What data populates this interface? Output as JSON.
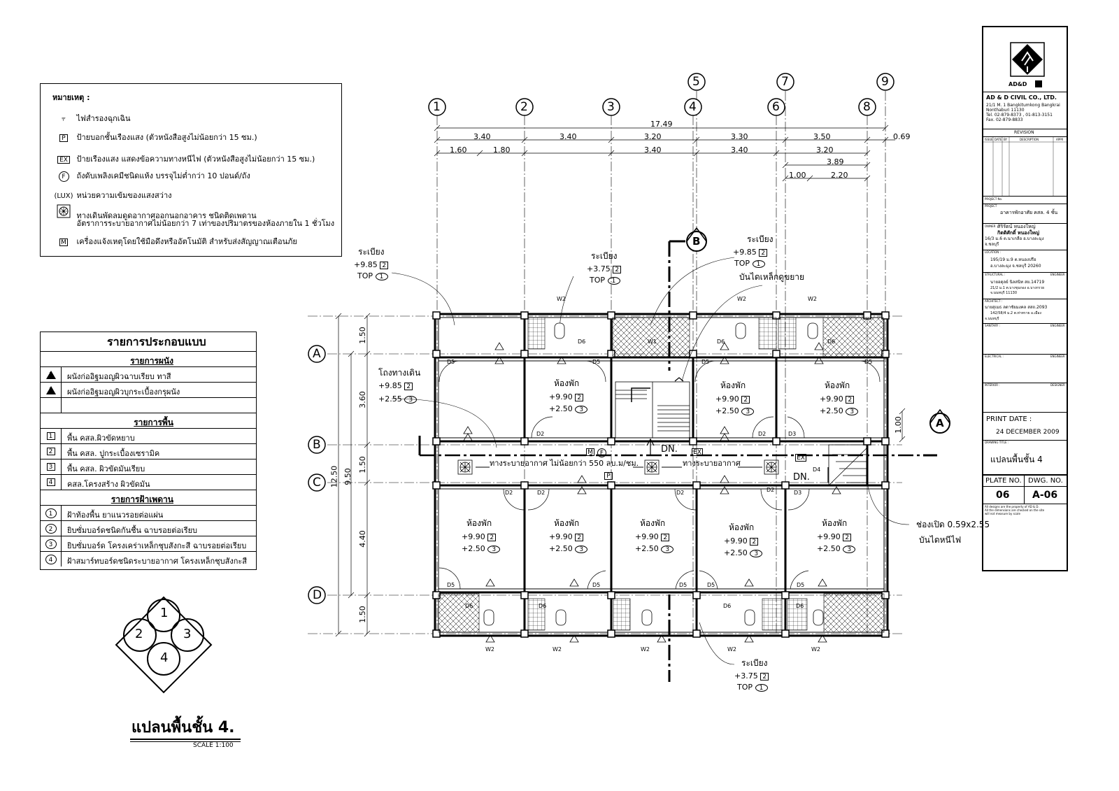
{
  "notes": {
    "title": "หมายเหตุ :",
    "items": [
      {
        "symbol": "",
        "icon": "emergency-light-icon",
        "text": "ไฟสำรองฉุกเฉิน"
      },
      {
        "symbol": "P",
        "icon": "floor-sign-icon",
        "text": "ป้ายบอกชั้นเรืองแสง (ตัวหนังสือสูงไม่น้อยกว่า 15 ซม.)"
      },
      {
        "symbol": "EX",
        "icon": "exit-sign-icon",
        "text": "ป้ายเรืองแสง แสดงข้อความทางหนีไฟ (ตัวหนังสือสูงไม่น้อยกว่า 15 ซม.)"
      },
      {
        "symbol": "F",
        "icon": "fire-extinguisher-icon",
        "text": "ถังดับเพลิงเคมีชนิดแห้ง บรรจุไม่ต่ำกว่า 10 ปอนด์/ถัง"
      },
      {
        "symbol": "(LUX)",
        "icon": "lux-icon",
        "text": "หน่วยความเข้มของแสงสว่าง"
      },
      {
        "symbol": "",
        "icon": "ventilation-fan-icon",
        "text": "ทางเดินพัดลมดูดอากาศออกนอกอาคาร ชนิดติดเพดาน"
      },
      {
        "symbol": "",
        "icon": "",
        "text": "อัตราการระบายอากาศไม่น้อยกว่า 7 เท่าของปริมาตรของห้องภายใน 1 ชั่วโมง"
      },
      {
        "symbol": "M",
        "icon": "manual-alarm-icon",
        "text": "เครื่องแจ้งเหตุโดยใช้มือดึงหรืออัตโนมัติ สำหรับส่งสัญญาณเตือนภัย"
      }
    ]
  },
  "schedule": {
    "title": "รายการประกอบแบบ",
    "walls_head": "รายการผนัง",
    "walls": [
      {
        "key": "1",
        "text": "ผนังก่ออิฐมอญผิวฉาบเรียบ ทาสี"
      },
      {
        "key": "2",
        "text": "ผนังก่ออิฐมอญผิวบุกระเบื้องกรุผนัง"
      }
    ],
    "floors_head": "รายการพื้น",
    "floors": [
      {
        "key": "1",
        "text": "พื้น คสล.ผิวขัดหยาบ"
      },
      {
        "key": "2",
        "text": "พื้น คสล. ปูกระเบื้องเซรามิค"
      },
      {
        "key": "3",
        "text": "พื้น คสล. ผิวขัดมันเรียบ"
      },
      {
        "key": "4",
        "text": "คสล.โครงสร้าง ผิวขัดมัน"
      }
    ],
    "ceilings_head": "รายการฝ้าเพดาน",
    "ceilings": [
      {
        "key": "1",
        "text": "ฝ้าท้องพื้น ยาแนวรอยต่อแผ่น"
      },
      {
        "key": "2",
        "text": "ยิบซั่มบอร์ดชนิดกันชื้น ฉาบรอยต่อเรียบ"
      },
      {
        "key": "3",
        "text": "ยิบซั่มบอร์ด โครงเคร่าเหล็กชุบสังกะสี ฉาบรอยต่อเรียบ"
      },
      {
        "key": "4",
        "text": "ฝ้าสมาร์ทบอร์ดชนิดระบายอากาศ โครงเหล็กชุบสังกะสี"
      }
    ]
  },
  "key_diagram": {
    "n1": "1",
    "n2": "2",
    "n3": "3",
    "n4": "4"
  },
  "drawing_title": {
    "title": "แปลนพื้นชั้น 4.",
    "scale": "SCALE 1:100"
  },
  "plan": {
    "grid_cols": [
      "1",
      "2",
      "3",
      "4",
      "5",
      "6",
      "7",
      "8",
      "9"
    ],
    "grid_rows": [
      "A",
      "B",
      "C",
      "D"
    ],
    "dims_top": {
      "overall": "17.49",
      "row1": [
        "3.40",
        "3.40",
        "3.20",
        "3.30",
        "3.50",
        "0.69"
      ],
      "row2": [
        "1.60",
        "1.80",
        "3.40",
        "3.40",
        "3.20"
      ],
      "row3": [
        "3.89"
      ],
      "row4": [
        "1.00",
        "2.20"
      ]
    },
    "dims_left": {
      "overall": "12.50",
      "sub": "9.50",
      "parts": [
        "1.50",
        "3.60",
        "1.50",
        "4.40",
        "1.50"
      ]
    },
    "dim_right": "1.00",
    "section_b": "B",
    "section_a": "A",
    "rooms": [
      {
        "name": "ห้องพัก",
        "lvl": "+9.90",
        "fl": "2",
        "ceil_h": "+2.50",
        "cl": "3"
      }
    ],
    "labels": {
      "balcony": "ระเบียง",
      "top": "TOP",
      "balcony1_lvl": "+9.85",
      "balcony1_fl": "2",
      "balcony1_cl": "1",
      "balcony2_lvl": "+3.75",
      "balcony2_fl": "2",
      "balcony2_cl": "1",
      "balcony3_lvl": "+9.85",
      "balcony3_fl": "2",
      "balcony3_cl": "1",
      "balcony4_lvl": "+3.75",
      "balcony4_fl": "2",
      "balcony4_cl": "1",
      "corridor": "โถงทางเดิน",
      "corridor_lvl": "+9.85",
      "corridor_fl": "2",
      "corridor_ceil": "+2.55",
      "corridor_cl": "3",
      "stair_ext": "บันไดเหล็กดูขยาย",
      "vent_left": "ทางระบายอากาศ ไม่น้อยกว่า 550 ลบ.ม/ชม.",
      "vent_right": "ทางระบายอากาศ",
      "dn": "DN.",
      "opening": "ช่องเปิด 0.59x2.55",
      "fire_stair": "บันไดหนีไฟ",
      "ex": "EX",
      "m": "M",
      "f": "F",
      "p": "P",
      "d2": "D2",
      "d3": "D3",
      "d4": "D4",
      "d5": "D5",
      "d6": "D6",
      "w1": "W1",
      "w2": "W2"
    }
  },
  "title_block": {
    "logo": "AD&D",
    "company": "AD & D CIVIL CO., LTD.",
    "address": [
      "21/1 M. 1 Bangkitumkong Bangkrai",
      "Nonthaburi 11130",
      "Tel. 02-879-8373 , 01-813-3151",
      "Fax. 02-879-8833"
    ],
    "revision": "REVISION",
    "rev_cols": [
      "ISSUE",
      "DATE",
      "BY",
      "DESCRIPTION",
      "APPR"
    ],
    "project_no": "PROJECT No.",
    "project_label": "PROJECT",
    "project": "อาคารพักอาศัย คสล. 4 ชั้น",
    "owner_label": "OWNER",
    "owner": [
      "ศิริรัตน์ หนองใหญ่",
      "กิตติศักดิ์ หนองใหญ่",
      "16/3 ม.6 ต.นาเกลือ อ.บางละมุง",
      "จ.ชลบุรี"
    ],
    "location_label": "LOCATION :",
    "location": [
      "195/19 ม.9 ต.หนองปรือ",
      "อ.บางละมุง จ.ชลบุรี 20260"
    ],
    "structural_label": "STRUCTURAL :",
    "engineer": "ENGINEER",
    "structural": [
      "นายอดุลย์ นิลสนิท สย.14719",
      "21/2 ม.1 ต.บางขุนกอง อ.บางกรวย",
      "จ.นนทบุรี 11130"
    ],
    "architect_label": "ARCHITECT :",
    "architect": [
      "นายสุเมธ ลดาชัยมงคล สสถ.2093",
      "142/58/4 ม.2 ต.ท่าทราย อ.เมือง",
      "จ.นนทบุรี"
    ],
    "sanitary_label": "SANITARY :",
    "electrical_label": "ELECTRICAL :",
    "interior_label": "INTERIOR :",
    "designer": "DESIGNER",
    "print_date_label": "PRINT DATE :",
    "print_date": "24 DECEMBER 2009",
    "drawing_title_label": "DRAWING TITLE :",
    "drawing_title": "แปลนพื้นชั้น 4",
    "plate_no_label": "PLATE NO.",
    "dwg_no_label": "DWG. NO.",
    "plate_no": "06",
    "dwg_no": "A-06",
    "footer": [
      "All designs are the property of AD & D.",
      "All the dimensions are checked on the site",
      "will not measure by scale"
    ]
  }
}
